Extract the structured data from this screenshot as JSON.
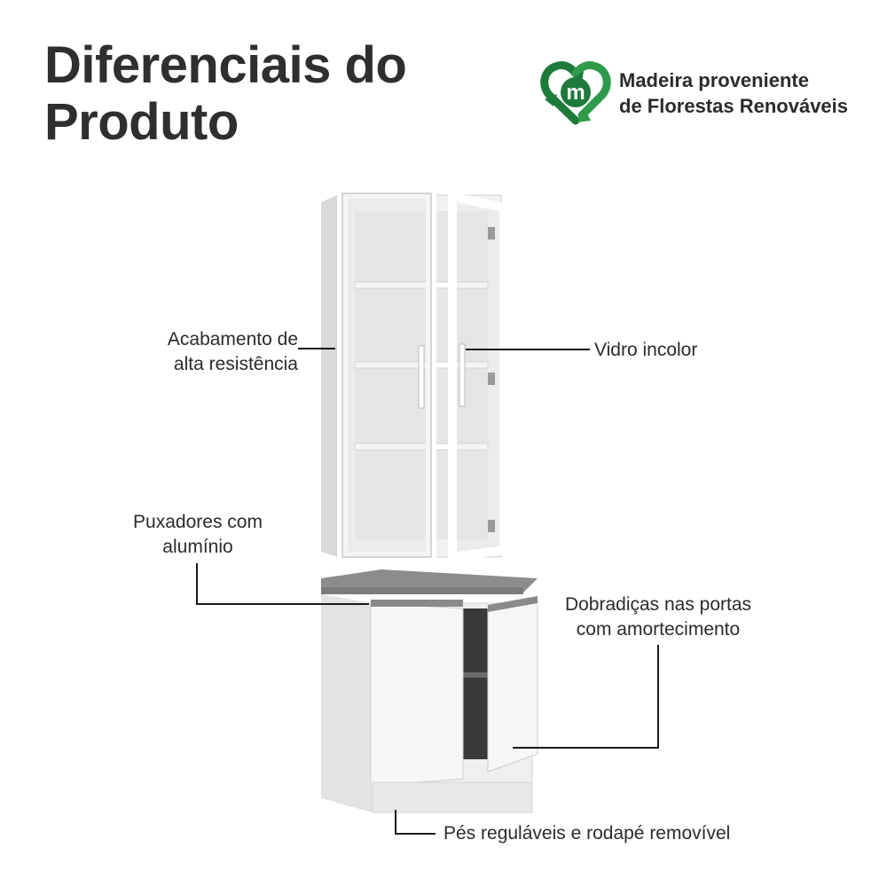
{
  "header": {
    "title_line1": "Diferenciais do",
    "title_line2": "Produto"
  },
  "badge": {
    "icon": "recycle-heart-icon",
    "icon_letter": "m",
    "line1": "Madeira proveniente",
    "line2": "de Florestas Renováveis",
    "color": "#1e7a3a"
  },
  "features": {
    "finish_line1": "Acabamento de",
    "finish_line2": "alta resistência",
    "glass": "Vidro incolor",
    "handles_line1": "Puxadores com",
    "handles_line2": "alumínio",
    "hinges_line1": "Dobradiças nas portas",
    "hinges_line2": "com amortecimento",
    "feet": "Pés reguláveis e rodapé removível"
  }
}
